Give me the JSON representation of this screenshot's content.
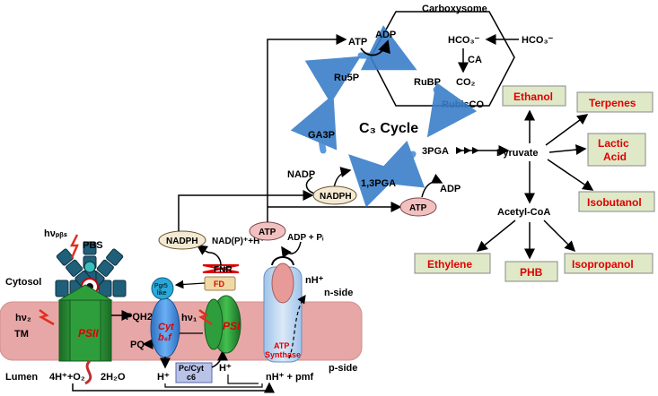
{
  "carboxysome": {
    "title": "Carboxysome",
    "hco3_in": "HCO₃⁻",
    "hco3_out": "HCO₃⁻",
    "ca": "CA",
    "co2": "CO₂",
    "rubisco": "RubisCO"
  },
  "cycle": {
    "title": "C₃ Cycle",
    "atp_top": "ATP",
    "adp_top": "ADP",
    "ru5p": "Ru5P",
    "rubp": "RuBP",
    "pga3": "3PGA",
    "ga3p": "GA3P",
    "pga13": "1,3PGA",
    "nadp": "NADP",
    "nadph": "NADPH",
    "atp_bottom": "ATP",
    "adp_bottom": "ADP"
  },
  "metabolism": {
    "pyruvate": "Pyruvate",
    "acetyl_coa": "Acetyl-CoA",
    "products": {
      "ethanol": "Ethanol",
      "terpenes": "Terpenes",
      "lactic_acid_1": "Lactic",
      "lactic_acid_2": "Acid",
      "isobutanol": "Isobutanol",
      "ethylene": "Ethylene",
      "phb": "PHB",
      "isopropanol": "Isopropanol"
    }
  },
  "membrane": {
    "hv_pbs": "hνₚᵦₛ",
    "pbs": "PBS",
    "cytosol": "Cytosol",
    "tm": "TM",
    "lumen": "Lumen",
    "hv2": "hν₂",
    "psii": "PSII",
    "pqh2": "PQH2",
    "pq": "PQ",
    "cyt_1": "Cyt",
    "cyt_2": "b₆f",
    "pgr5": "Pgr5",
    "pgr5_like": "like",
    "hv1": "hν₁",
    "psi": "PSI",
    "fnr": "FNR",
    "fd": "FD",
    "nadph_left": "NADPH",
    "nadp_h": "NAD(P)⁺+H⁺",
    "atp_mem": "ATP",
    "adp_pi": "ADP + Pᵢ",
    "atp_synthase_1": "ATP",
    "atp_synthase_2": "Synthase",
    "nh_top": "nH⁺",
    "n_side": "n-side",
    "p_side": "p-side",
    "h_plus_psi": "H⁺",
    "h_plus_cyt": "H⁺",
    "pc_cyt": "Pc/Cyt",
    "c6": "c6",
    "water_left": "4H⁺+O₂",
    "water_right": "2H₂O",
    "nh_pmf": "nH⁺ + pmf"
  },
  "colors": {
    "membrane": "#e8a7a7",
    "psii": "#2e9e3c",
    "psi": "#2e9e3c",
    "cyt": "#3f8ee6",
    "cycle_arrow": "#4a90d9",
    "product_box": "#dfe9c7",
    "product_text": "#e00000",
    "pbs": "#1f5f7a"
  }
}
